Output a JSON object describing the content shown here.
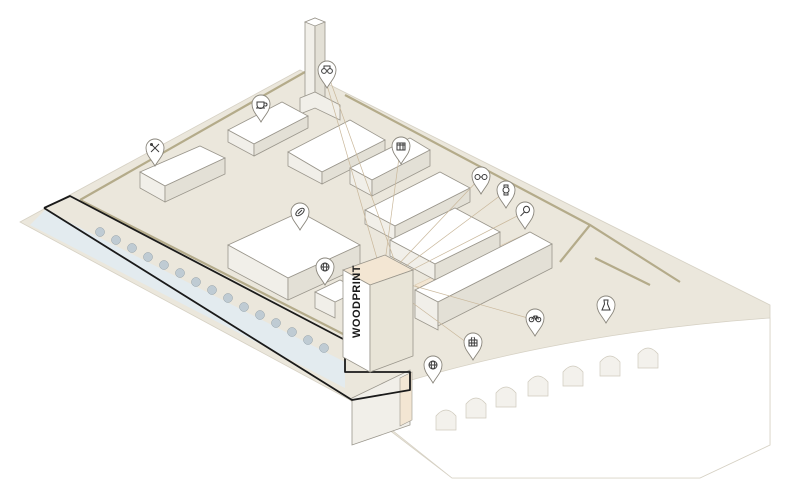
{
  "tower": {
    "label": "WOODPRINT"
  },
  "pins": [
    {
      "name": "viewpoint-pin",
      "icon": "binoculars-icon"
    },
    {
      "name": "cafe-pin",
      "icon": "coffee-cup-icon"
    },
    {
      "name": "restaurant-pin",
      "icon": "fork-knife-icon"
    },
    {
      "name": "shop-pin",
      "icon": "shop-icon"
    },
    {
      "name": "optician-pin",
      "icon": "glasses-icon"
    },
    {
      "name": "watch-pin",
      "icon": "wristwatch-icon"
    },
    {
      "name": "sports-pin",
      "icon": "tennis-racket-icon"
    },
    {
      "name": "sports-field-pin",
      "icon": "rugby-ball-icon"
    },
    {
      "name": "globe-pin-center",
      "icon": "globe-icon"
    },
    {
      "name": "bicycle-pin",
      "icon": "bicycle-icon"
    },
    {
      "name": "fashion-pin",
      "icon": "dress-icon"
    },
    {
      "name": "grocery-pin",
      "icon": "shopping-basket-icon"
    },
    {
      "name": "globe-pin-south",
      "icon": "globe-icon"
    }
  ],
  "colors": {
    "ground": "#ebe7dc",
    "site_highlight": "#f3e6d3",
    "path": "#b4ab8a",
    "outline": "#1a1a1a"
  }
}
